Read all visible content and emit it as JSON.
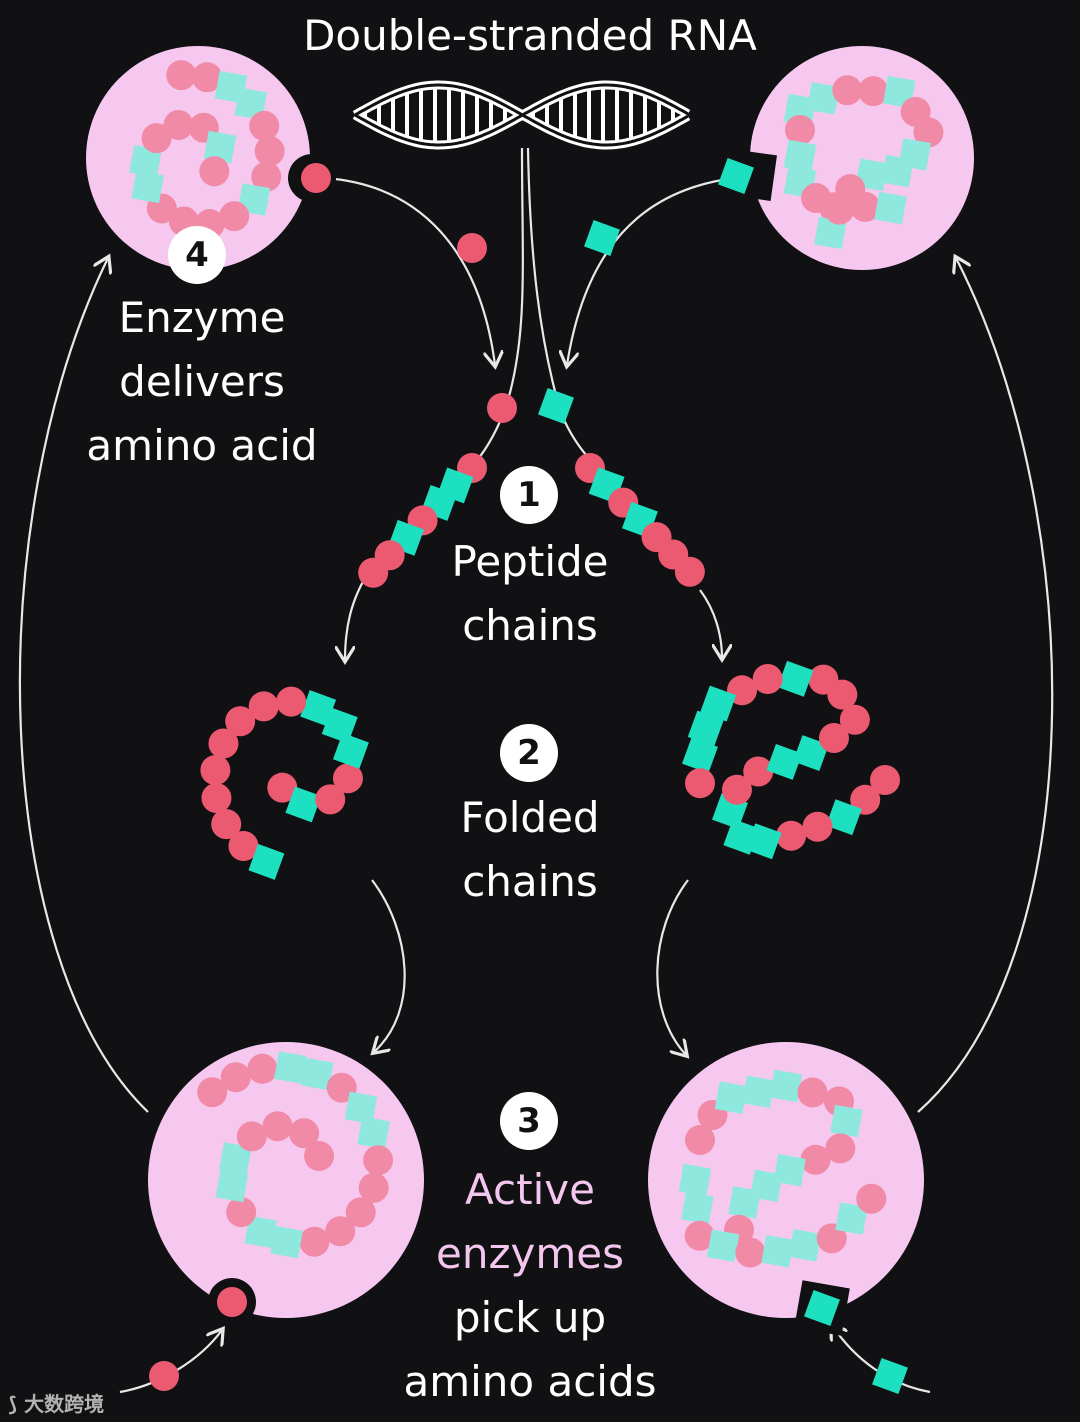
{
  "title": "Double-stranded RNA",
  "steps": [
    {
      "number": "1",
      "lines": [
        "Peptide",
        "chains"
      ]
    },
    {
      "number": "2",
      "lines": [
        "Folded",
        "chains"
      ]
    },
    {
      "number": "3",
      "lines": [
        "Active",
        "enzymes",
        "pick up",
        "amino acids"
      ]
    },
    {
      "number": "4",
      "lines": [
        "Enzyme",
        "delivers",
        "amino acid"
      ]
    }
  ],
  "watermark": "大数跨境",
  "colors": {
    "background": "#111113",
    "enzyme_body": "#f7c8ef",
    "amino_red": "#ec5a72",
    "amino_teal": "#1de0c0",
    "enzyme_red_light": "#f08aa6",
    "enzyme_teal_light": "#8ee8dd",
    "arrow": "#e8e8e8",
    "active_text": "#f3c6ee"
  }
}
